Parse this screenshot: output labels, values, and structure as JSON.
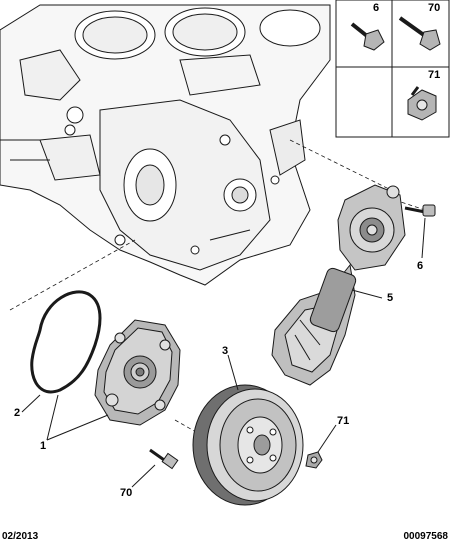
{
  "callouts": {
    "c1": "1",
    "c2": "2",
    "c3": "3",
    "c5": "5",
    "c6": "6",
    "c70": "70",
    "c71": "71"
  },
  "inset": {
    "part_6": "6",
    "part_70": "70",
    "part_71": "71"
  },
  "footer": {
    "date": "02/2013",
    "reference": "00097568"
  },
  "colors": {
    "line": "#1a1a1a",
    "fill": "#ffffff",
    "shade": "#c8c8c8",
    "dark_shade": "#8a8a8a"
  }
}
